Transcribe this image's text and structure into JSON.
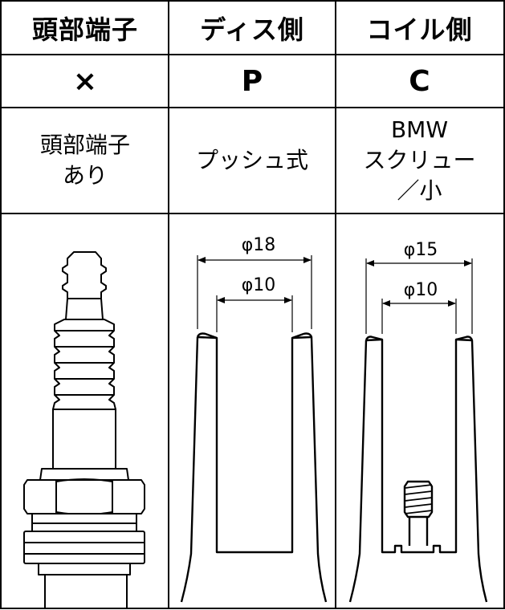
{
  "columns": [
    {
      "header": "頭部端子",
      "code": "×",
      "desc_lines": [
        "頭部端子",
        "あり"
      ]
    },
    {
      "header": "ディス側",
      "code": "P",
      "desc_lines": [
        "プッシュ式"
      ],
      "dims": {
        "outer": "φ18",
        "inner": "φ10"
      }
    },
    {
      "header": "コイル側",
      "code": "C",
      "desc_lines": [
        "BMW",
        "スクリュー",
        "／小"
      ],
      "dims": {
        "outer": "φ15",
        "inner": "φ10"
      }
    }
  ]
}
